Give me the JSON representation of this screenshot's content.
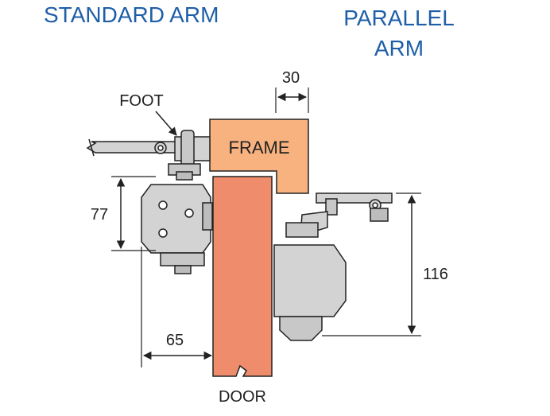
{
  "headings": {
    "standard_arm": "STANDARD ARM",
    "parallel_arm_line1": "PARALLEL",
    "parallel_arm_line2": "ARM"
  },
  "labels": {
    "foot": "FOOT",
    "frame": "FRAME",
    "door": "DOOR"
  },
  "dimensions": {
    "frame_offset": "30",
    "standard_height": "77",
    "parallel_height": "116",
    "standard_offset": "65"
  },
  "colors": {
    "heading": "#1f5fa8",
    "frame": "#f7b27f",
    "door": "#ef8c6c",
    "closer_body": "#d3d3d3",
    "outline": "#222222"
  }
}
